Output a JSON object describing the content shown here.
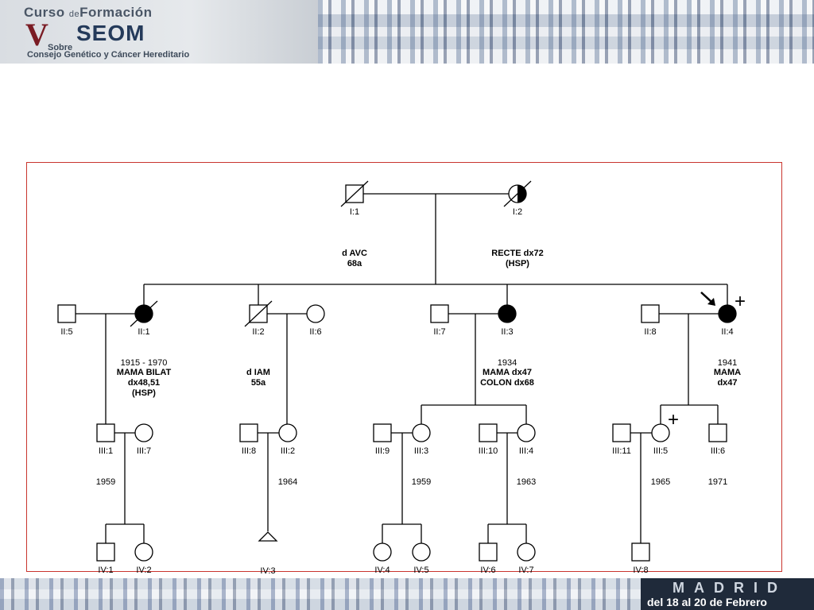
{
  "branding": {
    "line1a": "Curso",
    "line1b": "de",
    "line1c": "Formación",
    "numeral": "V",
    "line2": "SEOM",
    "line3": "Sobre",
    "line4": "Consejo Genético y Cáncer Hereditario"
  },
  "footer": {
    "city": "MADRID",
    "dates": "del 18 al 20 de Febrero"
  },
  "individuals": [
    {
      "id": "I:1",
      "sex": "male",
      "status": "deceased",
      "affected": "none"
    },
    {
      "id": "I:2",
      "sex": "female",
      "status": "deceased",
      "affected": "half"
    },
    {
      "id": "II:5",
      "sex": "male",
      "status": "alive",
      "affected": "none"
    },
    {
      "id": "II:1",
      "sex": "female",
      "status": "deceased",
      "affected": "full"
    },
    {
      "id": "II:2",
      "sex": "male",
      "status": "deceased",
      "affected": "none"
    },
    {
      "id": "II:6",
      "sex": "female",
      "status": "alive",
      "affected": "none"
    },
    {
      "id": "II:7",
      "sex": "male",
      "status": "alive",
      "affected": "none"
    },
    {
      "id": "II:3",
      "sex": "female",
      "status": "alive",
      "affected": "full"
    },
    {
      "id": "II:8",
      "sex": "male",
      "status": "alive",
      "affected": "none"
    },
    {
      "id": "II:4",
      "sex": "female",
      "status": "alive",
      "affected": "full",
      "proband": true
    },
    {
      "id": "III:1",
      "sex": "male"
    },
    {
      "id": "III:7",
      "sex": "female"
    },
    {
      "id": "III:8",
      "sex": "male"
    },
    {
      "id": "III:2",
      "sex": "female"
    },
    {
      "id": "III:9",
      "sex": "male"
    },
    {
      "id": "III:3",
      "sex": "female"
    },
    {
      "id": "III:10",
      "sex": "male"
    },
    {
      "id": "III:4",
      "sex": "female"
    },
    {
      "id": "III:11",
      "sex": "male"
    },
    {
      "id": "III:5",
      "sex": "female"
    },
    {
      "id": "III:6",
      "sex": "male"
    },
    {
      "id": "IV:1",
      "sex": "male"
    },
    {
      "id": "IV:2",
      "sex": "female"
    },
    {
      "id": "IV:3",
      "sex": "unknown"
    },
    {
      "id": "IV:4",
      "sex": "female"
    },
    {
      "id": "IV:5",
      "sex": "female"
    },
    {
      "id": "IV:6",
      "sex": "male"
    },
    {
      "id": "IV:7",
      "sex": "female"
    },
    {
      "id": "IV:8",
      "sex": "male"
    }
  ],
  "annotations": {
    "I1_cause": "d AVC",
    "I1_age": "68a",
    "I2_dx": "RECTE dx72",
    "I2_hsp": "(HSP)",
    "II1_years": "1915 - 1970",
    "II1_dx": "MAMA BILAT",
    "II1_dx2": "dx48,51",
    "II1_hsp": "(HSP)",
    "II2_cause": "d IAM",
    "II2_age": "55a",
    "II3_year": "1934",
    "II3_dx": "MAMA dx47",
    "II3_dx2": "COLON dx68",
    "II4_year": "1941",
    "II4_dx": "MAMA",
    "II4_dx2": "dx47",
    "III1_year": "1959",
    "III2_year": "1964",
    "III3_year": "1959",
    "III4_year": "1963",
    "III5_year": "1965",
    "III6_year": "1971"
  },
  "markers": {
    "carrier_plus": "+"
  },
  "colors": {
    "frame": "#c9352e",
    "ink": "#000000"
  }
}
